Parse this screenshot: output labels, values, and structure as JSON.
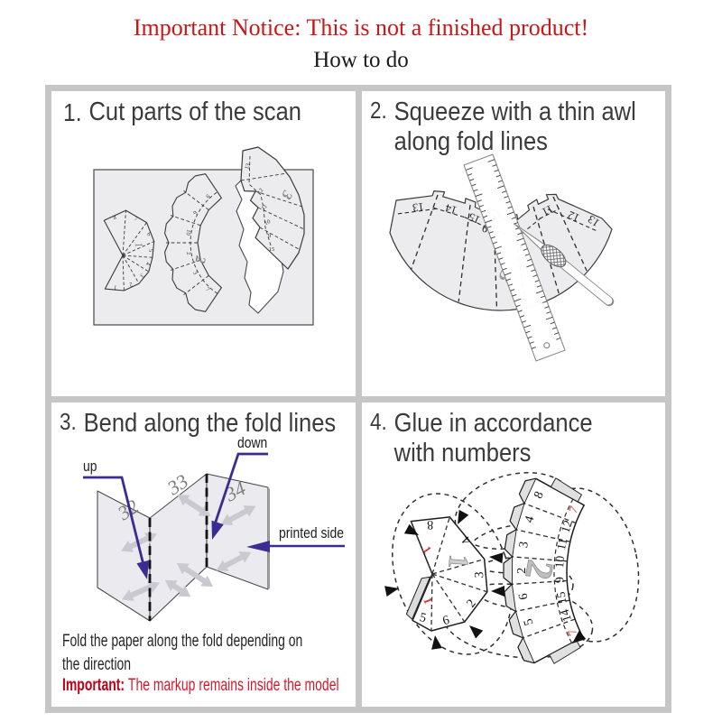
{
  "page": {
    "notice": "Important Notice: This is not a finished product!",
    "subtitle": "How to do"
  },
  "panels": [
    {
      "number": "1.",
      "title": "Cut parts of the scan",
      "diagram": {
        "piece1_label": "1",
        "piece2_label": "2",
        "piece3_label": "3",
        "piece1_numbers": [
          "8",
          "7",
          "6",
          "5",
          "4",
          "3",
          "2",
          "1"
        ],
        "piece2_numbers": [
          "7",
          "3",
          "2",
          "10",
          "6",
          "9"
        ],
        "piece3_numbers": [
          "13",
          "12",
          "11",
          "10",
          "9",
          "15"
        ]
      }
    },
    {
      "number": "2.",
      "title_line1": "Squeeze with a thin awl",
      "title_line2": "along fold lines",
      "diagram": {
        "numbers": [
          "13",
          "14",
          "15",
          "9",
          "",
          "11",
          "12",
          "13"
        ],
        "piece_label": "3"
      }
    },
    {
      "number": "3.",
      "title": "Bend along the fold lines",
      "diagram": {
        "panel_numbers": [
          "32",
          "33",
          "34"
        ],
        "label_up": "up",
        "label_down": "down",
        "label_printed_side": "printed side"
      },
      "caption_line1": "Fold the paper along the fold depending on",
      "caption_line2": "the direction",
      "important_label": "Important:",
      "important_text": "The markup remains inside the model"
    },
    {
      "number": "4.",
      "title_line1": "Glue in accordance",
      "title_line2": "with numbers",
      "diagram": {
        "piece1_label": "1",
        "piece2_label": "2",
        "piece1_red_labels": [
          "1",
          "1"
        ],
        "piece1_numbers": [
          "8",
          "4",
          "3",
          "2",
          "6",
          "5"
        ],
        "piece2_outer_numbers": [
          "8",
          "4",
          "3",
          "2",
          "6",
          "5"
        ],
        "piece2_inner_numbers": [
          "7",
          "12",
          "11",
          "10",
          "9",
          "15",
          "14",
          "7"
        ]
      }
    }
  ],
  "colors": {
    "notice_red": "#cc1517",
    "important_red": "#d8182a",
    "arrow_purple": "#3a2c90",
    "grid_gray": "#c6c6c6",
    "paper_gray": "#ececee"
  }
}
